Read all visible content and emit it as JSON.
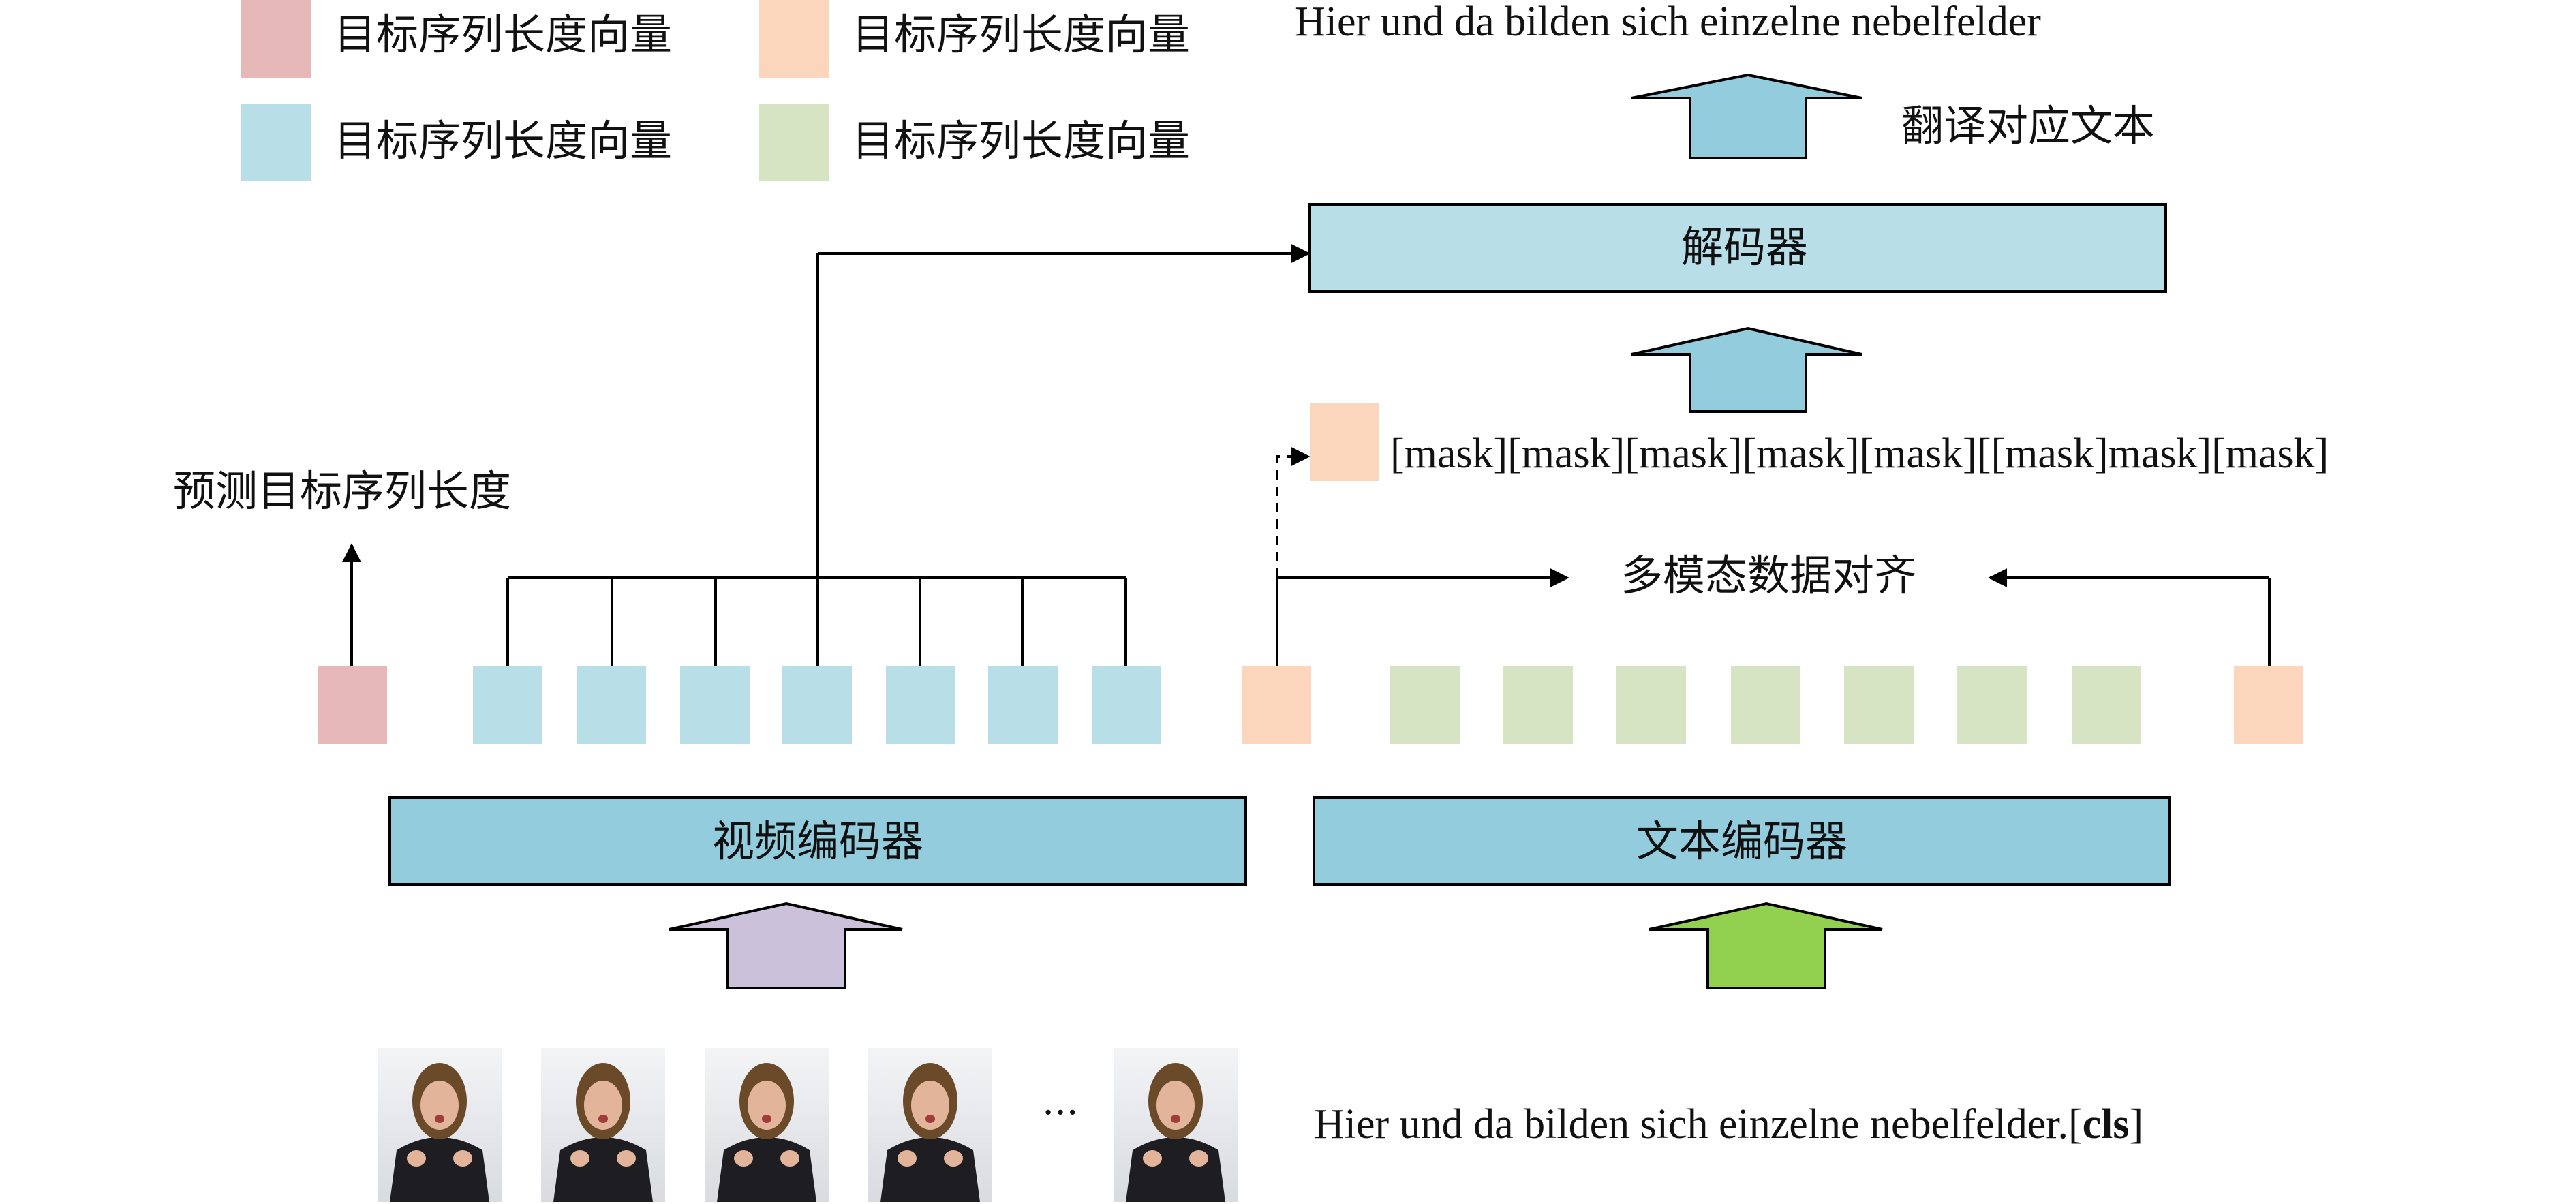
{
  "legend": [
    {
      "label": "目标序列长度向量",
      "color": "#e6b8b8"
    },
    {
      "label": "目标序列长度向量",
      "color": "#fbd5bc"
    },
    {
      "label": "目标序列长度向量",
      "color": "#b8dfe8"
    },
    {
      "label": "目标序列长度向量",
      "color": "#d6e4c3"
    }
  ],
  "top_output_text": "Hier und da bilden sich einzelne nebelfelder",
  "translate_label": "翻译对应文本",
  "decoder_label": "解码器",
  "mask_tokens": "[mask][mask][mask][mask][mask][[mask]mask][mask]",
  "predict_label": "预测目标序列长度",
  "align_label": "多模态数据对齐",
  "video_encoder_label": "视频编码器",
  "text_encoder_label": "文本编码器",
  "ellipsis": "···",
  "input_text": "Hier und da bilden sich einzelne nebelfelder.[",
  "input_text_cls": "cls",
  "input_text_end": "]",
  "colors": {
    "length_vector": "#e6b8b8",
    "video_token": "#b8dfe8",
    "cls_token": "#fbd5bc",
    "text_token": "#d6e4c3",
    "encoder_fill": "#93cddd",
    "decoder_fill": "#b8dfe8",
    "arrow_decoder": "#93cddd",
    "arrow_video": "#ccc1da",
    "arrow_text": "#92d050"
  },
  "tokens": {
    "video_count": 7,
    "text_count": 7
  },
  "video_frames_count": 5
}
